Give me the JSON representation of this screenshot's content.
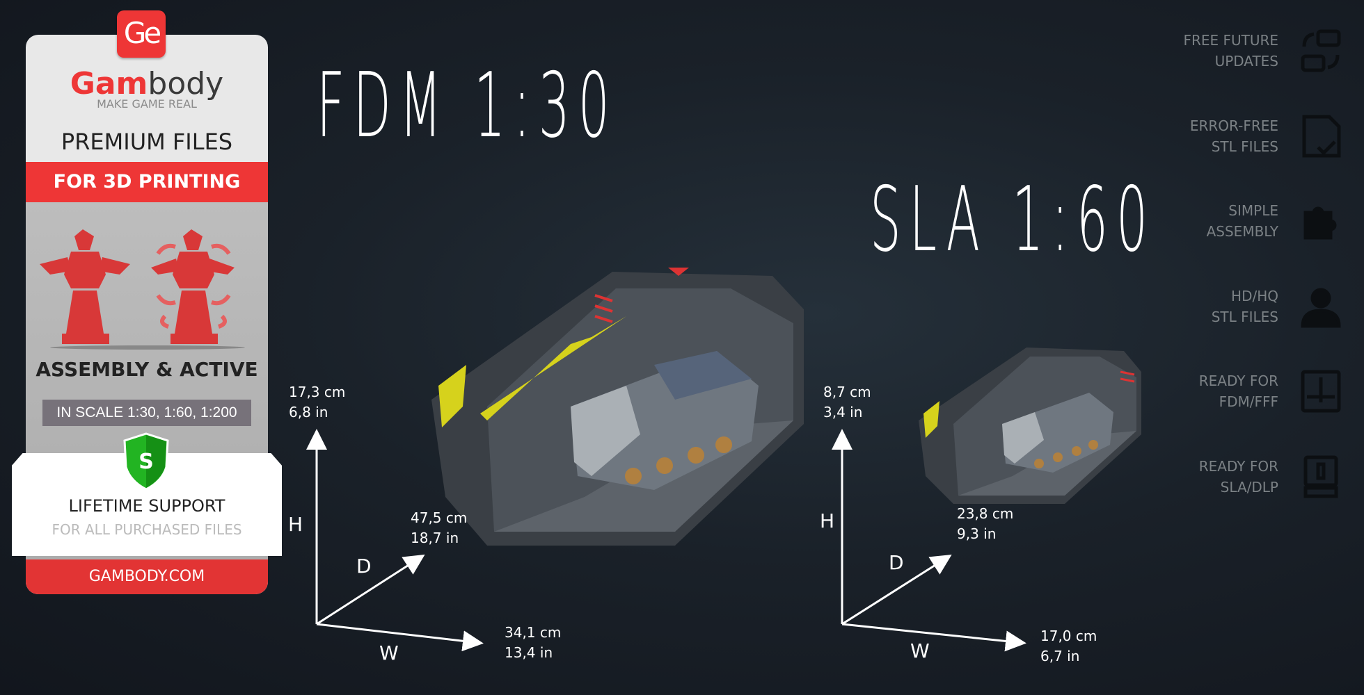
{
  "panel": {
    "logo_badge": "Ge",
    "brand_red": "Gam",
    "brand_dark": "body",
    "tagline": "MAKE GAME REAL",
    "premium": "PREMIUM FILES",
    "for_3d": "FOR 3D PRINTING",
    "assembly": "ASSEMBLY & ACTIVE",
    "scale": "IN SCALE 1:30, 1:60, 1:200",
    "shield_letter": "S",
    "support_title": "LIFETIME SUPPORT",
    "support_sub": "FOR ALL PURCHASED FILES",
    "footer": "GAMBODY.COM",
    "accent": "#ee3636"
  },
  "headings": {
    "fdm": "FDM 1:30",
    "sla": "SLA 1:60"
  },
  "features": [
    {
      "line1": "FREE FUTURE",
      "line2": "UPDATES",
      "icon": "update-arrows-icon"
    },
    {
      "line1": "ERROR-FREE",
      "line2": "STL FILES",
      "icon": "file-check-icon"
    },
    {
      "line1": "SIMPLE",
      "line2": "ASSEMBLY",
      "icon": "puzzle-icon"
    },
    {
      "line1": "HD/HQ",
      "line2": "STL FILES",
      "icon": "engineer-icon"
    },
    {
      "line1": "READY FOR",
      "line2": "FDM/FFF",
      "icon": "fdm-printer-icon"
    },
    {
      "line1": "READY FOR",
      "line2": "SLA/DLP",
      "icon": "sla-printer-icon"
    }
  ],
  "fdm_dims": {
    "h_cm": "17,3  cm",
    "h_in": "6,8  in",
    "d_cm": "47,5  cm",
    "d_in": "18,7  in",
    "w_cm": "34,1  cm",
    "w_in": "13,4  in",
    "h": "H",
    "d": "D",
    "w": "W"
  },
  "sla_dims": {
    "h_cm": "8,7  cm",
    "h_in": "3,4  in",
    "d_cm": "23,8  cm",
    "d_in": "9,3  in",
    "w_cm": "17,0  cm",
    "w_in": "6,7  in",
    "h": "H",
    "d": "D",
    "w": "W"
  }
}
